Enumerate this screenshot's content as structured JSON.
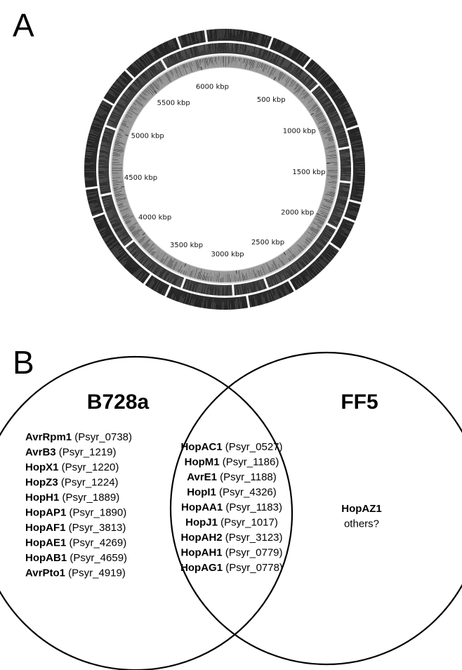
{
  "panel_a": {
    "label": "A",
    "ring_labels": [
      "500 kbp",
      "1000 kbp",
      "1500 kbp",
      "2000 kbp",
      "2500 kbp",
      "3000 kbp",
      "3500 kbp",
      "4000 kbp",
      "4500 kbp",
      "5000 kbp",
      "5500 kbp",
      "6000 kbp"
    ]
  },
  "panel_b": {
    "label": "B",
    "left_title": "B728a",
    "right_title": "FF5",
    "left_genes": [
      {
        "name": "AvrRpm1",
        "locus": " (Psyr_0738)"
      },
      {
        "name": "AvrB3",
        "locus": " (Psyr_1219)"
      },
      {
        "name": "HopX1",
        "locus": " (Psyr_1220)"
      },
      {
        "name": "HopZ3",
        "locus": " (Psyr_1224)"
      },
      {
        "name": "HopH1",
        "locus": " (Psyr_1889)"
      },
      {
        "name": "HopAP1",
        "locus": " (Psyr_1890)"
      },
      {
        "name": "HopAF1",
        "locus": " (Psyr_3813)"
      },
      {
        "name": "HopAE1",
        "locus": " (Psyr_4269)"
      },
      {
        "name": "HopAB1",
        "locus": " (Psyr_4659)"
      },
      {
        "name": "AvrPto1",
        "locus": " (Psyr_4919)"
      }
    ],
    "shared_genes": [
      {
        "name": "HopAC1",
        "locus": " (Psyr_0527)"
      },
      {
        "name": "HopM1",
        "locus": " (Psyr_1186)"
      },
      {
        "name": "AvrE1",
        "locus": " (Psyr_1188)"
      },
      {
        "name": "HopI1",
        "locus": " (Psyr_4326)"
      },
      {
        "name": "HopAA1",
        "locus": " (Psyr_1183)"
      },
      {
        "name": "HopJ1",
        "locus": " (Psyr_1017)"
      },
      {
        "name": "HopAH2",
        "locus": " (Psyr_3123)"
      },
      {
        "name": "HopAH1",
        "locus": " (Psyr_0779)"
      },
      {
        "name": "HopAG1",
        "locus": " (Psyr_0778)"
      }
    ],
    "right_genes": [
      {
        "name": "HopAZ1",
        "locus": ""
      },
      {
        "name": "",
        "locus": "others?"
      }
    ]
  },
  "colors": {
    "outer_ring": "#2a2a2a",
    "middle_ring": "#3c3c3c",
    "inner_ring": "#9a9a9a",
    "line": "#000000"
  }
}
